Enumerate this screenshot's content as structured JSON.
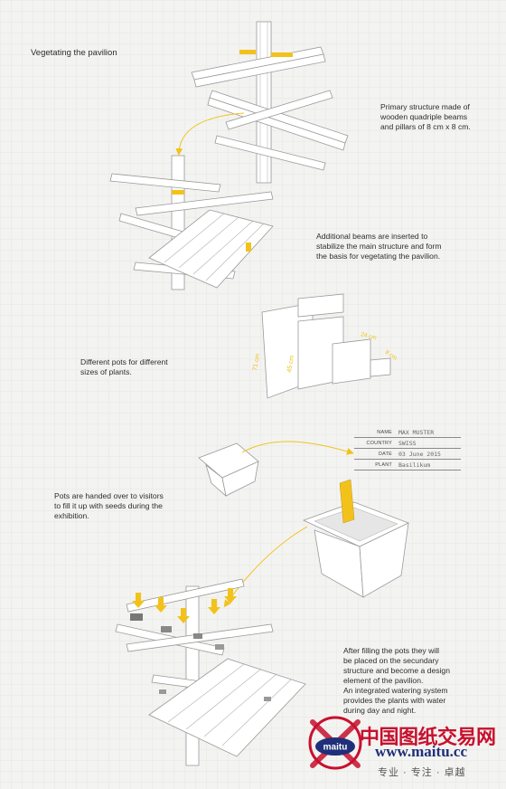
{
  "title": "Vegetating the pavilion",
  "captions": {
    "primary": [
      "Primary structure made of",
      "wooden quadriple beams",
      "and pillars of 8 cm x 8 cm."
    ],
    "additional": [
      "Additional beams are inserted to",
      "stabilize the main structure and form",
      "the basis for vegetating the pavilion."
    ],
    "pots": [
      "Different pots for different",
      "sizes of plants."
    ],
    "handed": [
      "Pots are handed over to visitors",
      "to fill it up with seeds during the",
      "exhibition."
    ],
    "after": [
      "After filling the pots they will",
      "be placed on the secundary",
      "structure and become a design",
      "element of the pavilion.",
      "An integrated watering system",
      "provides the plants with water",
      "during day and night."
    ]
  },
  "pot_dimensions": [
    "71 cm",
    "45 cm",
    "24 cm",
    "8 cm"
  ],
  "plant_label": {
    "rows": [
      {
        "key": "NAME",
        "value": "MAX MUSTER"
      },
      {
        "key": "COUNTRY",
        "value": "SWISS"
      },
      {
        "key": "DATE",
        "value": "03 June 2015"
      },
      {
        "key": "PLANT",
        "value": "Basilikum"
      }
    ]
  },
  "watermark": {
    "badge": "maitu",
    "site_name": "中国图纸交易网",
    "url": "www.maitu.cc",
    "tagline": "专业 · 专注 · 卓越"
  },
  "colors": {
    "accent_yellow": "#f2c21b",
    "line_gray": "#9a9a9a",
    "brand_red": "#c8102e",
    "brand_blue": "#1f2f7a"
  }
}
